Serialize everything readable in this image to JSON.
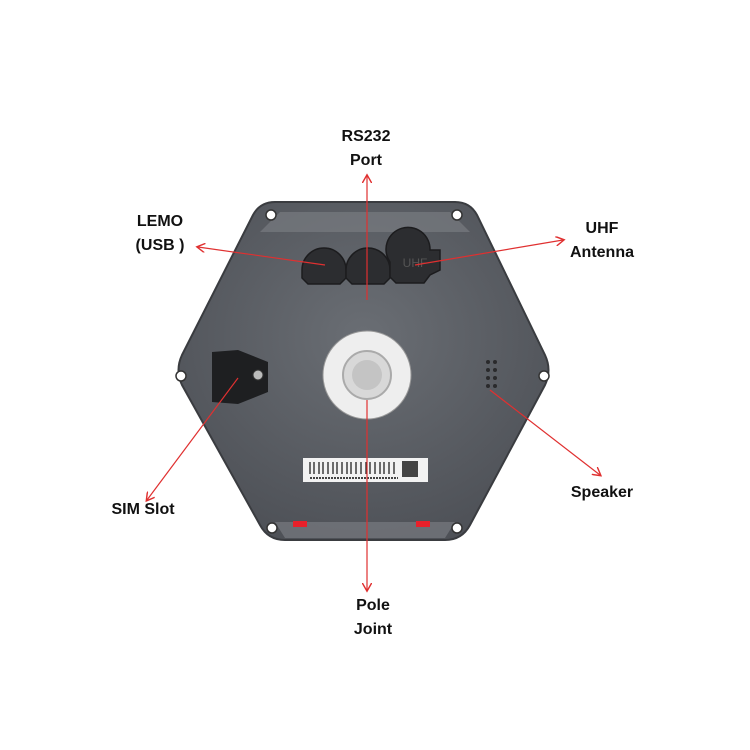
{
  "labels": {
    "rs232": [
      "RS232",
      "Port"
    ],
    "lemo": [
      "LEMO",
      "(USB )"
    ],
    "uhf": [
      "UHF",
      "Antenna"
    ],
    "sim": [
      "SIM Slot"
    ],
    "speaker": [
      "Speaker"
    ],
    "pole": [
      "Pole",
      "Joint"
    ]
  },
  "port_caps": [
    "",
    "",
    "UHF"
  ],
  "colors": {
    "body": "#5e6167",
    "arrow": "#e03030",
    "accent_red": "#e8202a"
  }
}
